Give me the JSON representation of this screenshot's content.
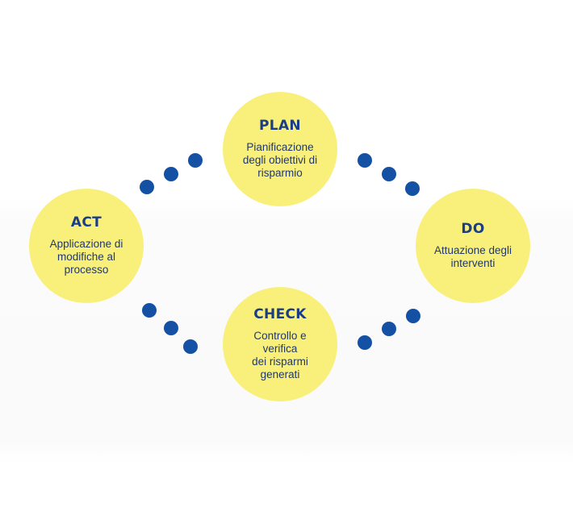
{
  "colors": {
    "circle_fill": "#f8f07a",
    "title_color": "#1b3d86",
    "text_color": "#22386a",
    "dot_color": "#1450a3"
  },
  "cycle": {
    "plan": {
      "title": "PLAN",
      "text": "Pianificazione\ndegli obiettivi di\nrisparmio"
    },
    "do": {
      "title": "DO",
      "text": "Attuazione degli\ninterventi"
    },
    "check": {
      "title": "CHECK",
      "text": "Controllo e\nverifica\ndei risparmi\ngenerati"
    },
    "act": {
      "title": "ACT",
      "text": "Applicazione di\nmodifiche al\nprocesso"
    }
  }
}
